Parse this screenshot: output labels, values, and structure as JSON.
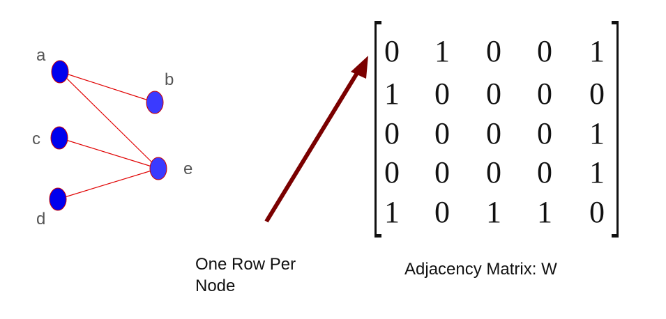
{
  "graph": {
    "nodes": [
      {
        "id": "a",
        "label": "a",
        "color": "#0000ee"
      },
      {
        "id": "b",
        "label": "b",
        "color": "#3a3aff"
      },
      {
        "id": "c",
        "label": "c",
        "color": "#0000ee"
      },
      {
        "id": "d",
        "label": "d",
        "color": "#0000ee"
      },
      {
        "id": "e",
        "label": "e",
        "color": "#3a3aff"
      }
    ],
    "edges": [
      [
        "a",
        "b"
      ],
      [
        "a",
        "e"
      ],
      [
        "c",
        "e"
      ],
      [
        "d",
        "e"
      ]
    ],
    "edge_color": "#e00000",
    "node_stroke": "#cc0000"
  },
  "matrix": {
    "rows": [
      [
        "0",
        "1",
        "0",
        "0",
        "1"
      ],
      [
        "1",
        "0",
        "0",
        "0",
        "0"
      ],
      [
        "0",
        "0",
        "0",
        "0",
        "1"
      ],
      [
        "0",
        "0",
        "0",
        "0",
        "1"
      ],
      [
        "1",
        "0",
        "1",
        "1",
        "0"
      ]
    ],
    "caption": "Adjacency Matrix: W"
  },
  "arrow": {
    "label_lines": [
      "One Row Per",
      "Node"
    ],
    "color": "#7a0000"
  }
}
